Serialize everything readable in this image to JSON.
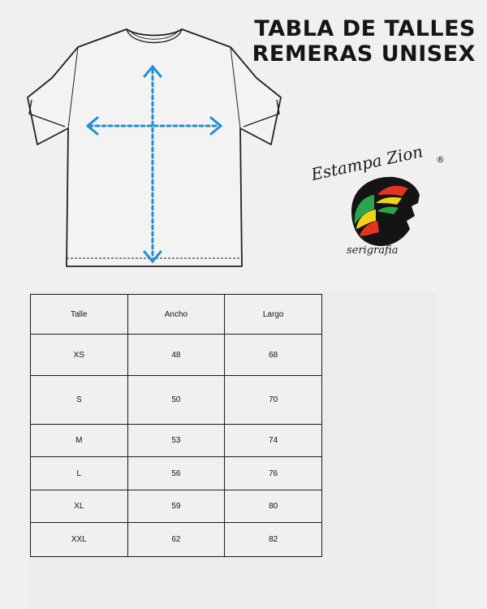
{
  "header": {
    "title_line1": "TABLA DE TALLES",
    "title_line2": "REMERAS UNISEX"
  },
  "logo": {
    "brand": "Estampa Zion",
    "trademark": "®",
    "tagline": "serigrafia",
    "colors": [
      "#e53420",
      "#f3d21a",
      "#27a64b",
      "#141414"
    ]
  },
  "diagram": {
    "arrow_color": "#1f8fd6",
    "line_color": "#222222"
  },
  "size_table": {
    "headers": [
      "Talle",
      "Ancho",
      "Largo"
    ],
    "rows": [
      [
        "XS",
        "48",
        "68"
      ],
      [
        "S",
        "50",
        "70"
      ],
      [
        "M",
        "53",
        "74"
      ],
      [
        "L",
        "56",
        "76"
      ],
      [
        "XL",
        "59",
        "80"
      ],
      [
        "XXL",
        "62",
        "82"
      ]
    ]
  }
}
